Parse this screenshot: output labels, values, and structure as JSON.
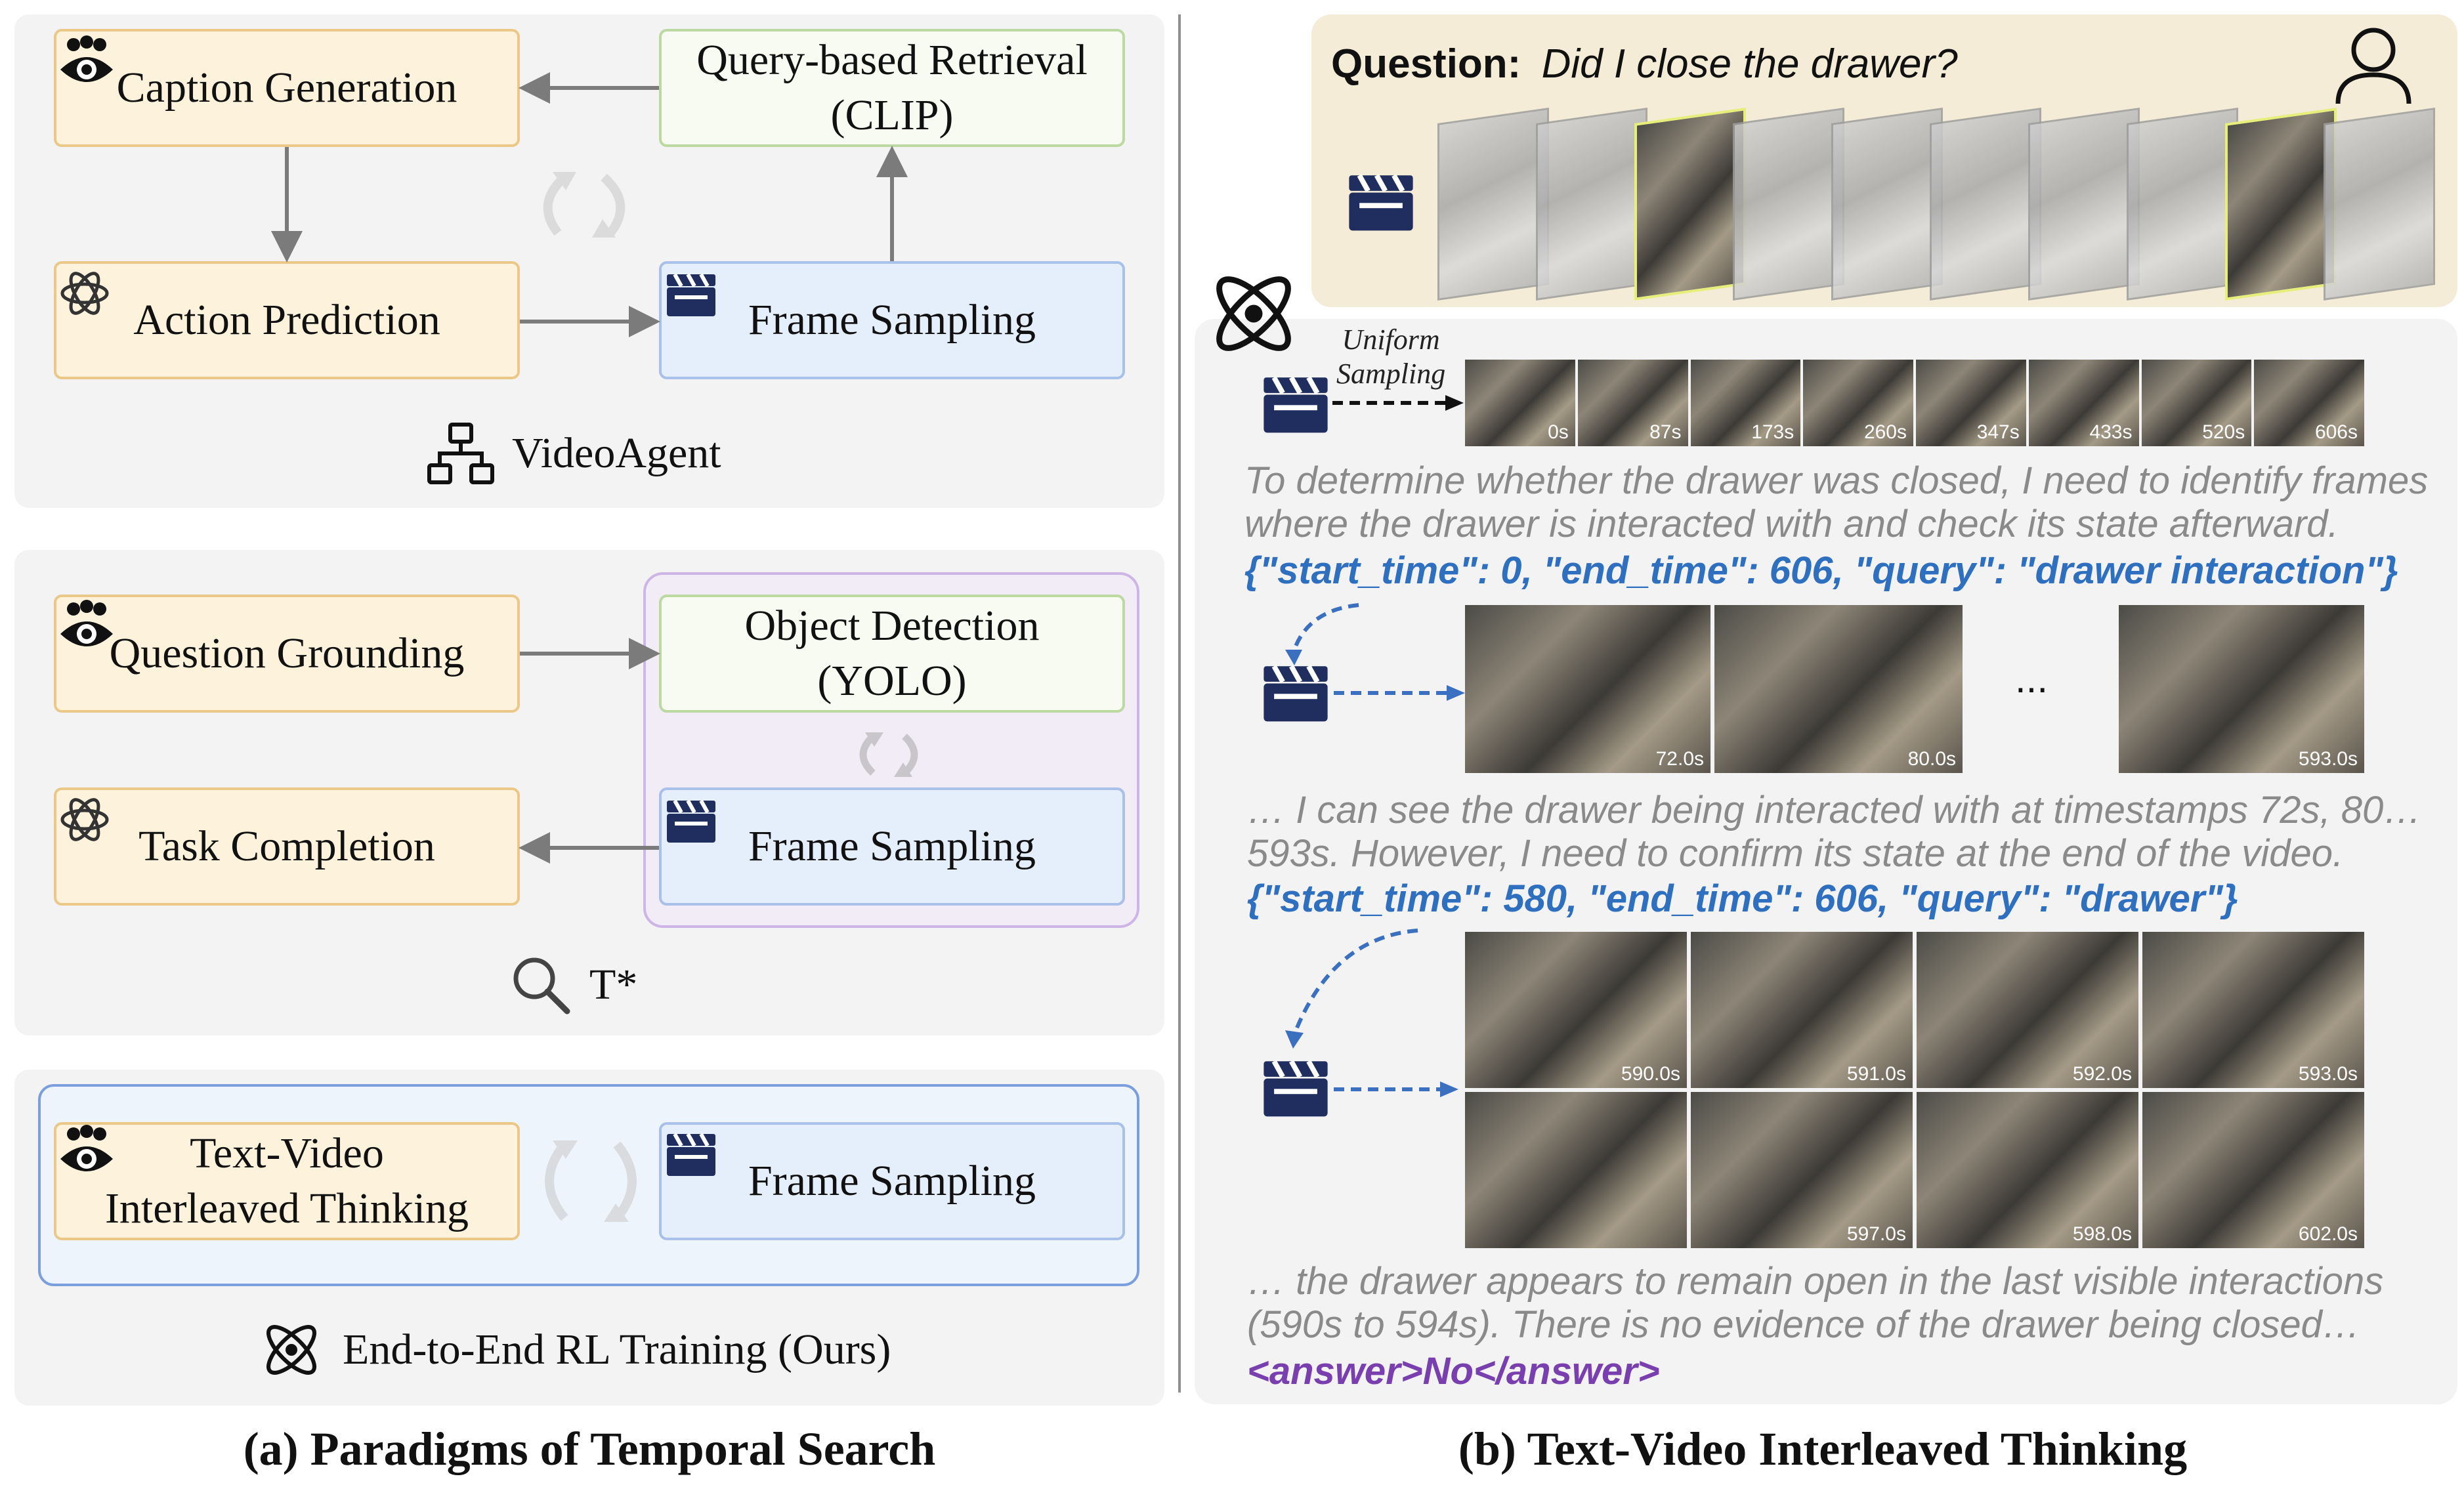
{
  "left": {
    "videoagent": {
      "caption_generation": "Caption Generation",
      "query_retrieval_line1": "Query-based Retrieval",
      "query_retrieval_line2": "(CLIP)",
      "action_prediction": "Action Prediction",
      "frame_sampling": "Frame Sampling",
      "label": "VideoAgent"
    },
    "tstar": {
      "question_grounding": "Question Grounding",
      "object_detection_line1": "Object Detection",
      "object_detection_line2": "(YOLO)",
      "task_completion": "Task Completion",
      "frame_sampling": "Frame Sampling",
      "label": "T*"
    },
    "ours": {
      "thinking_line1": "Text-Video",
      "thinking_line2": "Interleaved Thinking",
      "frame_sampling": "Frame Sampling",
      "label": "End-to-End RL Training (Ours)"
    },
    "caption": "(a) Paradigms of Temporal Search"
  },
  "right": {
    "question_label": "Question:",
    "question_text": "Did I close the drawer?",
    "uniform_line1": "Uniform",
    "uniform_line2": "Sampling",
    "uniform_timestamps": [
      "0s",
      "87s",
      "173s",
      "260s",
      "347s",
      "433s",
      "520s",
      "606s"
    ],
    "reasoning1_line1": "To determine whether the drawer was closed, I need to identify frames",
    "reasoning1_line2": "where the drawer is interacted with and check its state afterward.",
    "query1": "{\"start_time\": 0, \"end_time\": 606, \"query\": \"drawer interaction\"}",
    "query1_timestamps": [
      "72.0s",
      "80.0s",
      "593.0s"
    ],
    "ellipsis": "...",
    "reasoning2_line1": "… I can see the drawer being interacted with at timestamps 72s, 80…",
    "reasoning2_line2": "593s. However, I need to confirm its state at the end of the video.",
    "query2": "{\"start_time\": 580, \"end_time\": 606, \"query\": \"drawer\"}",
    "query2_timestamps_row1": [
      "590.0s",
      "591.0s",
      "592.0s",
      "593.0s"
    ],
    "query2_timestamps_row2": [
      "",
      "597.0s",
      "598.0s",
      "602.0s"
    ],
    "reasoning3_line1": "… the drawer appears to remain open in the last visible interactions",
    "reasoning3_line2": "(590s to 594s). There is no evidence of the drawer being closed…",
    "answer": "<answer>No</answer>",
    "caption": "(b) Text-Video Interleaved Thinking"
  },
  "colors": {
    "yellow_box": "#fdf3dc",
    "green_box": "#f7fbf2",
    "blue_box": "#e5eefb",
    "navy_icon": "#1f2e5e",
    "json_blue": "#2f6fbf",
    "answer_purple": "#7a3fae"
  }
}
